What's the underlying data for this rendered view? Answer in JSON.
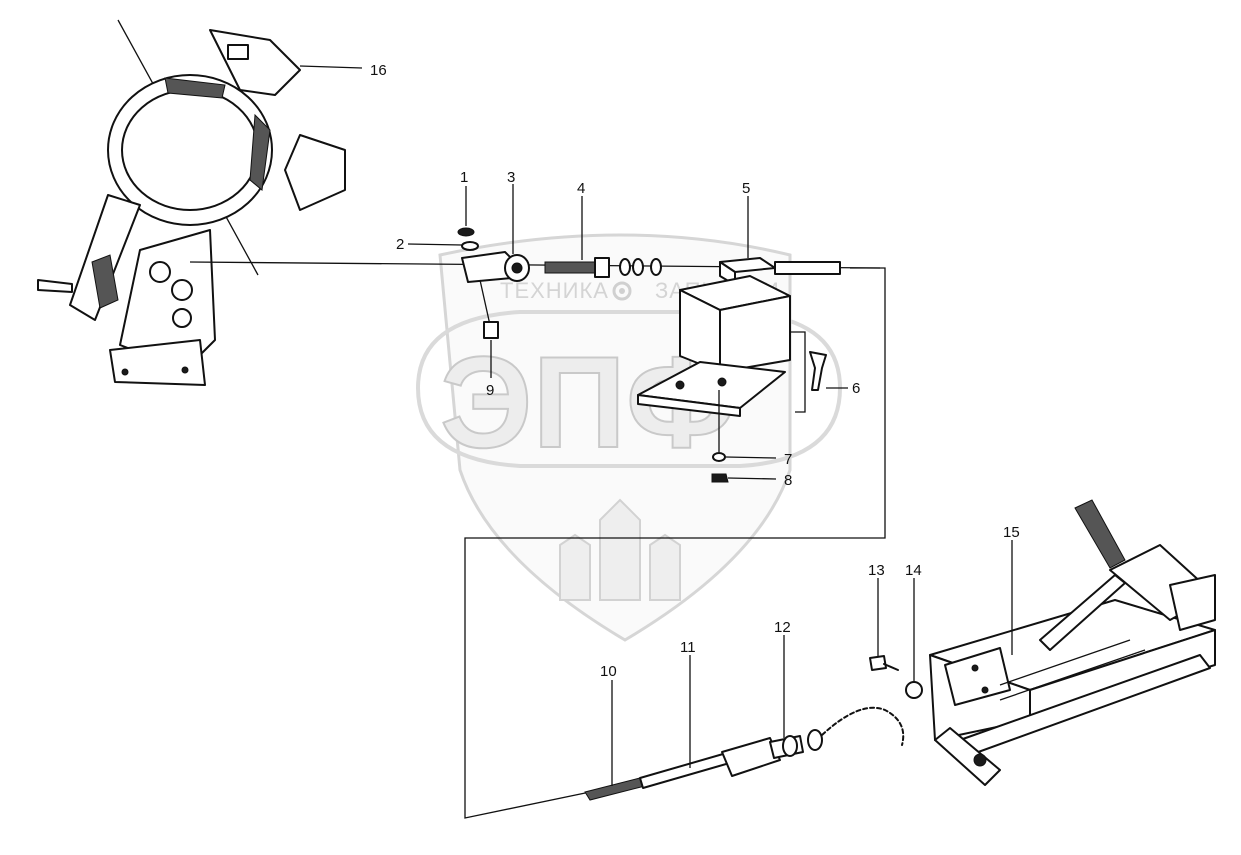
{
  "watermark": {
    "line1_left": "ТЕХНИКА",
    "line1_right": "ЗАПЧАСТИ",
    "monogram": "ЭПФ"
  },
  "callouts": [
    {
      "id": "c1",
      "text": "1"
    },
    {
      "id": "c2",
      "text": "2"
    },
    {
      "id": "c3",
      "text": "3"
    },
    {
      "id": "c4",
      "text": "4"
    },
    {
      "id": "c5",
      "text": "5"
    },
    {
      "id": "c6",
      "text": "6"
    },
    {
      "id": "c7",
      "text": "7"
    },
    {
      "id": "c8",
      "text": "8"
    },
    {
      "id": "c9",
      "text": "9"
    },
    {
      "id": "c10",
      "text": "10"
    },
    {
      "id": "c11",
      "text": "11"
    },
    {
      "id": "c12",
      "text": "12"
    },
    {
      "id": "c13",
      "text": "13"
    },
    {
      "id": "c14",
      "text": "14"
    },
    {
      "id": "c15",
      "text": "15"
    },
    {
      "id": "c16",
      "text": "16"
    }
  ]
}
